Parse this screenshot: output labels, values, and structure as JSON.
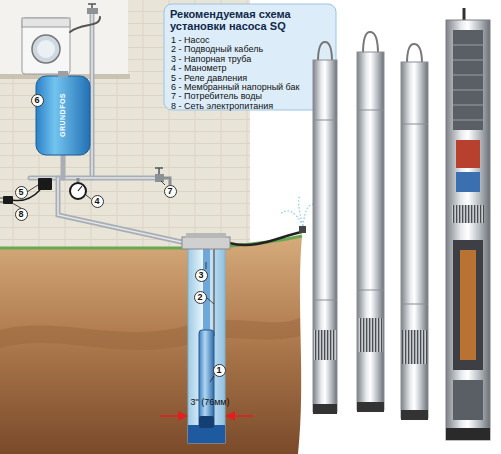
{
  "diagram": {
    "title": "Рекомендуемая схема установки насоса SQ",
    "nodes": [
      {
        "text": [
          "6"
        ]
      },
      {
        "text": [
          "5"
        ]
      },
      {
        "text": [
          "7"
        ]
      },
      {
        "text": [
          "4"
        ]
      },
      {
        "text": [
          "8"
        ]
      },
      {
        "text": [
          "3"
        ]
      },
      {
        "text": [
          "2"
        ]
      },
      {
        "text": [
          "1"
        ]
      }
    ],
    "labels": [
      "1 - Насос",
      "2 - Подводный кабель",
      "3 - Напорная труба",
      "4 - Манометр",
      "5 - Реле давления",
      "6 - Мембранный напорный бак",
      "7 - Потребитель воды",
      "8 - Сеть электропитания",
      "3\" (76мм)",
      "GRUNDFOS"
    ]
  }
}
